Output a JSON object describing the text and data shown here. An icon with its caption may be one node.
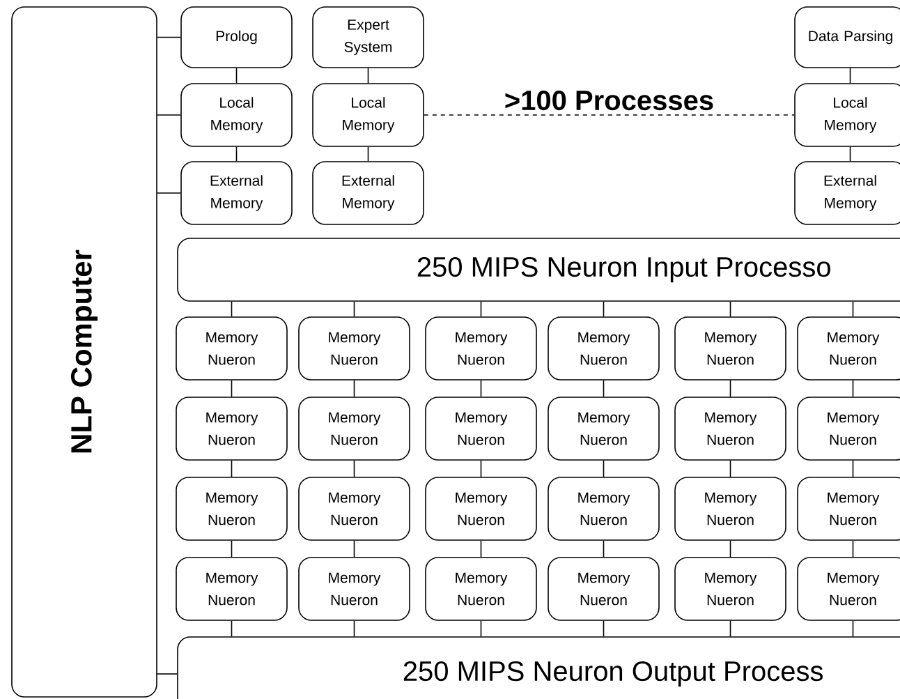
{
  "diagram": {
    "nodes": [
      {
        "text": [
          "NLP Computer"
        ]
      },
      {
        "text": [
          "Prolog"
        ]
      },
      {
        "text": [
          "Expert System"
        ]
      },
      {
        "text": [
          "Data Parsing"
        ]
      },
      {
        "text": [
          "Local Memory"
        ]
      },
      {
        "text": [
          "Local Memory"
        ]
      },
      {
        "text": [
          "Local Memory"
        ]
      },
      {
        "text": [
          "External Memory"
        ]
      },
      {
        "text": [
          "External Memory"
        ]
      },
      {
        "text": [
          "External Memory"
        ]
      },
      {
        "text": [
          "250 MIPS Neuron Input Processo"
        ]
      },
      {
        "text": [
          "Memory Nueron"
        ]
      },
      {
        "text": [
          "Memory Nueron"
        ]
      },
      {
        "text": [
          "Memory Nueron"
        ]
      },
      {
        "text": [
          "Memory Nueron"
        ]
      },
      {
        "text": [
          "Memory Nueron"
        ]
      },
      {
        "text": [
          "Memory Nueron"
        ]
      },
      {
        "text": [
          "Memory Nueron"
        ]
      },
      {
        "text": [
          "Memory Nueron"
        ]
      },
      {
        "text": [
          "Memory Nueron"
        ]
      },
      {
        "text": [
          "Memory Nueron"
        ]
      },
      {
        "text": [
          "Memory Nueron"
        ]
      },
      {
        "text": [
          "Memory Nueron"
        ]
      },
      {
        "text": [
          "Memory Nueron"
        ]
      },
      {
        "text": [
          "Memory Nueron"
        ]
      },
      {
        "text": [
          "Memory Nueron"
        ]
      },
      {
        "text": [
          "Memory Nueron"
        ]
      },
      {
        "text": [
          "Memory Nueron"
        ]
      },
      {
        "text": [
          "Memory Nueron"
        ]
      },
      {
        "text": [
          "Memory Nueron"
        ]
      },
      {
        "text": [
          "Memory Nueron"
        ]
      },
      {
        "text": [
          "Memory Nueron"
        ]
      },
      {
        "text": [
          "Memory Nueron"
        ]
      },
      {
        "text": [
          "Memory Nueron"
        ]
      },
      {
        "text": [
          "Memory Nueron"
        ]
      },
      {
        "text": [
          "250 MIPS Neuron Output Process"
        ]
      }
    ],
    "edges": [
      {
        "from": 0,
        "to": 1,
        "arrow": "none"
      },
      {
        "from": 0,
        "to": 4,
        "arrow": "none"
      },
      {
        "from": 0,
        "to": 7,
        "arrow": "none"
      },
      {
        "from": 0,
        "to": 35,
        "arrow": "none"
      },
      {
        "from": 1,
        "to": 4,
        "arrow": "none"
      },
      {
        "from": 4,
        "to": 7,
        "arrow": "none"
      },
      {
        "from": 2,
        "to": 5,
        "arrow": "none"
      },
      {
        "from": 5,
        "to": 8,
        "arrow": "none"
      },
      {
        "from": 3,
        "to": 6,
        "arrow": "none"
      },
      {
        "from": 6,
        "to": 9,
        "arrow": "none"
      },
      {
        "from": 5,
        "to": 6,
        "arrow": "none",
        "style": "dashed",
        "label": ">100 Processes"
      },
      {
        "from": 10,
        "to": 11,
        "arrow": "none"
      },
      {
        "from": 10,
        "to": 12,
        "arrow": "none"
      },
      {
        "from": 10,
        "to": 13,
        "arrow": "none"
      },
      {
        "from": 10,
        "to": 14,
        "arrow": "none"
      },
      {
        "from": 10,
        "to": 15,
        "arrow": "none"
      },
      {
        "from": 10,
        "to": 16,
        "arrow": "none"
      },
      {
        "from": 11,
        "to": 17,
        "arrow": "none"
      },
      {
        "from": 12,
        "to": 18,
        "arrow": "none"
      },
      {
        "from": 13,
        "to": 19,
        "arrow": "none"
      },
      {
        "from": 14,
        "to": 20,
        "arrow": "none"
      },
      {
        "from": 15,
        "to": 21,
        "arrow": "none"
      },
      {
        "from": 16,
        "to": 22,
        "arrow": "none"
      },
      {
        "from": 17,
        "to": 23,
        "arrow": "none"
      },
      {
        "from": 18,
        "to": 24,
        "arrow": "none"
      },
      {
        "from": 19,
        "to": 25,
        "arrow": "none"
      },
      {
        "from": 20,
        "to": 26,
        "arrow": "none"
      },
      {
        "from": 21,
        "to": 27,
        "arrow": "none"
      },
      {
        "from": 22,
        "to": 28,
        "arrow": "none"
      },
      {
        "from": 23,
        "to": 29,
        "arrow": "none"
      },
      {
        "from": 24,
        "to": 30,
        "arrow": "none"
      },
      {
        "from": 25,
        "to": 31,
        "arrow": "none"
      },
      {
        "from": 26,
        "to": 32,
        "arrow": "none"
      },
      {
        "from": 27,
        "to": 33,
        "arrow": "none"
      },
      {
        "from": 28,
        "to": 34,
        "arrow": "none"
      },
      {
        "from": 29,
        "to": 35,
        "arrow": "none"
      },
      {
        "from": 30,
        "to": 35,
        "arrow": "none"
      },
      {
        "from": 31,
        "to": 35,
        "arrow": "none"
      },
      {
        "from": 32,
        "to": 35,
        "arrow": "none"
      },
      {
        "from": 33,
        "to": 35,
        "arrow": "none"
      },
      {
        "from": 34,
        "to": 35,
        "arrow": "none"
      }
    ]
  }
}
